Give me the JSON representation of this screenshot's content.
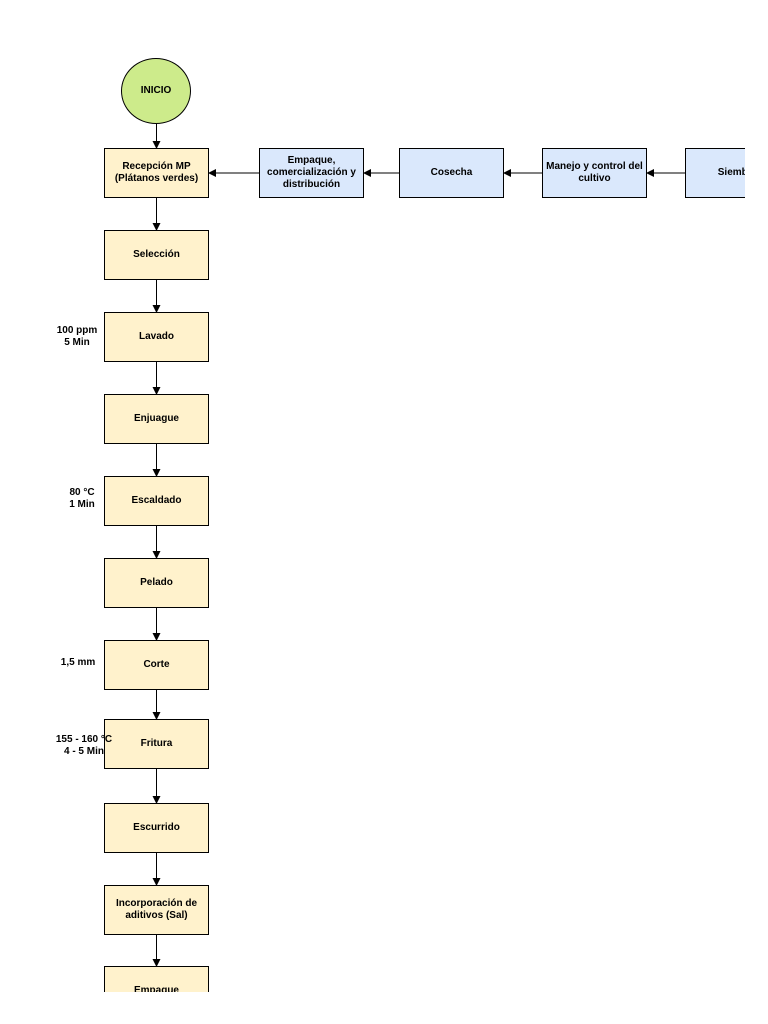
{
  "start": {
    "label": "INICIO",
    "color": "#cdeb8b"
  },
  "process_color": "#fff2cc",
  "supply_color": "#dae8fc",
  "process_steps": [
    {
      "label": "Recepción MP\n(Plátanos verdes)"
    },
    {
      "label": "Selección"
    },
    {
      "label": "Lavado",
      "note": "100 ppm\n5 Min"
    },
    {
      "label": "Enjuague"
    },
    {
      "label": "Escaldado",
      "note": "80 °C\n1 Min"
    },
    {
      "label": "Pelado"
    },
    {
      "label": "Corte",
      "note": "1,5 mm"
    },
    {
      "label": "Fritura",
      "note": "155 - 160 °C\n4 - 5 Min"
    },
    {
      "label": "Escurrido"
    },
    {
      "label": "Incorporación de\naditivos (Sal)"
    },
    {
      "label": "Empaque"
    }
  ],
  "supply_chain": [
    {
      "label": "Siembra"
    },
    {
      "label": "Manejo y control del\ncultivo"
    },
    {
      "label": "Cosecha"
    },
    {
      "label": "Empaque,\ncomercialización y\ndistribución"
    }
  ]
}
